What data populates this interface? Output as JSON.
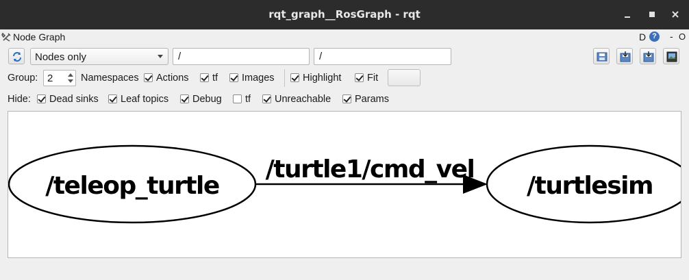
{
  "window": {
    "title": "rqt_graph__RosGraph - rqt"
  },
  "window_controls": {
    "minimize": "▁",
    "maximize": "■",
    "close": "✕"
  },
  "plugin": {
    "name": "Node Graph",
    "d_label": "D",
    "help_label": "?",
    "minus_label": "-",
    "o_label": "O"
  },
  "toolbar": {
    "view_mode": "Nodes only",
    "node_filter": "/",
    "topic_filter": "/"
  },
  "options": {
    "group_label": "Group:",
    "group_value": "2",
    "namespaces_label": "Namespaces",
    "actions": {
      "label": "Actions",
      "checked": true
    },
    "tf": {
      "label": "tf",
      "checked": true
    },
    "images": {
      "label": "Images",
      "checked": true
    },
    "highlight": {
      "label": "Highlight",
      "checked": true
    },
    "fit": {
      "label": "Fit",
      "checked": true
    }
  },
  "hide": {
    "label": "Hide:",
    "dead_sinks": {
      "label": "Dead sinks",
      "checked": true
    },
    "leaf_topics": {
      "label": "Leaf topics",
      "checked": true
    },
    "debug": {
      "label": "Debug",
      "checked": true
    },
    "tf": {
      "label": "tf",
      "checked": false
    },
    "unreachable": {
      "label": "Unreachable",
      "checked": true
    },
    "params": {
      "label": "Params",
      "checked": true
    }
  },
  "graph": {
    "nodes": [
      {
        "label": "/teleop_turtle"
      },
      {
        "label": "/turtlesim"
      }
    ],
    "edge_label": "/turtle1/cmd_vel"
  },
  "icons": {
    "refresh": "refresh-icon",
    "load": "load-icon",
    "save_dot": "save-dot-icon",
    "save_svg": "save-svg-icon",
    "save_image": "save-image-icon",
    "plugin": "tools-icon"
  }
}
